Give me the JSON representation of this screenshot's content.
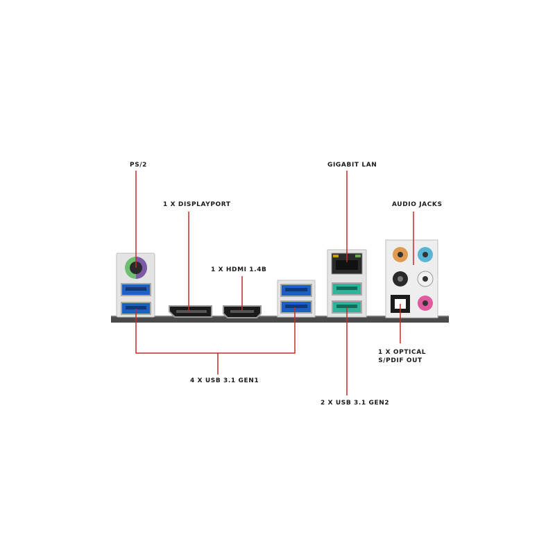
{
  "diagram": {
    "labels": {
      "ps2": "PS/2",
      "displayport": "1 X DISPLAYPORT",
      "hdmi": "1 X HDMI 1.4B",
      "lan": "GIGABIT LAN",
      "audio": "AUDIO JACKS",
      "usb_gen1": "4 X USB 3.1 GEN1",
      "usb_gen2": "2 X USB 3.1 GEN2",
      "optical_line1": "1 X OPTICAL",
      "optical_line2": "S/PDIF OUT"
    },
    "colors": {
      "callout_line": "#c62828",
      "usb_gen1_blue": "#1e5fc4",
      "usb_gen2_teal": "#2fb39a",
      "ps2_green": "#6fbf73",
      "ps2_purple": "#7c5aa6",
      "audio_orange": "#e09a52",
      "audio_blue": "#5ab4d6",
      "audio_pink": "#e05a9e",
      "io_shield": "#4a4a4a"
    }
  }
}
